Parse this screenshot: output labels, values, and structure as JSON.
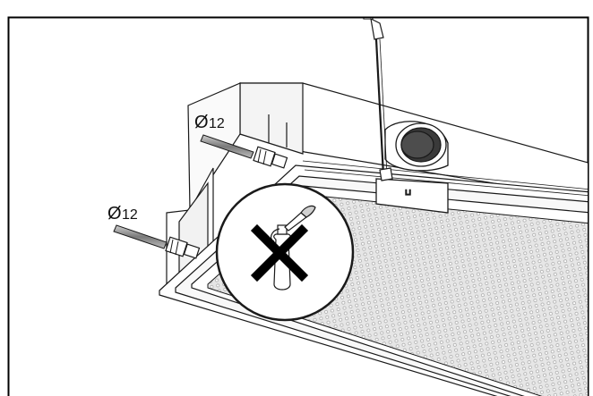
{
  "labels": {
    "pipe_top": "12",
    "pipe_bottom": "12"
  },
  "symbols": {
    "diameter": "Ø",
    "prohibition": "no-flame-torch",
    "mark": "cross"
  },
  "colors": {
    "line": "#1a1a1a",
    "panel": "#ffffff",
    "mesh": "#d9d9d9",
    "pipe": "#8c8c8c"
  }
}
